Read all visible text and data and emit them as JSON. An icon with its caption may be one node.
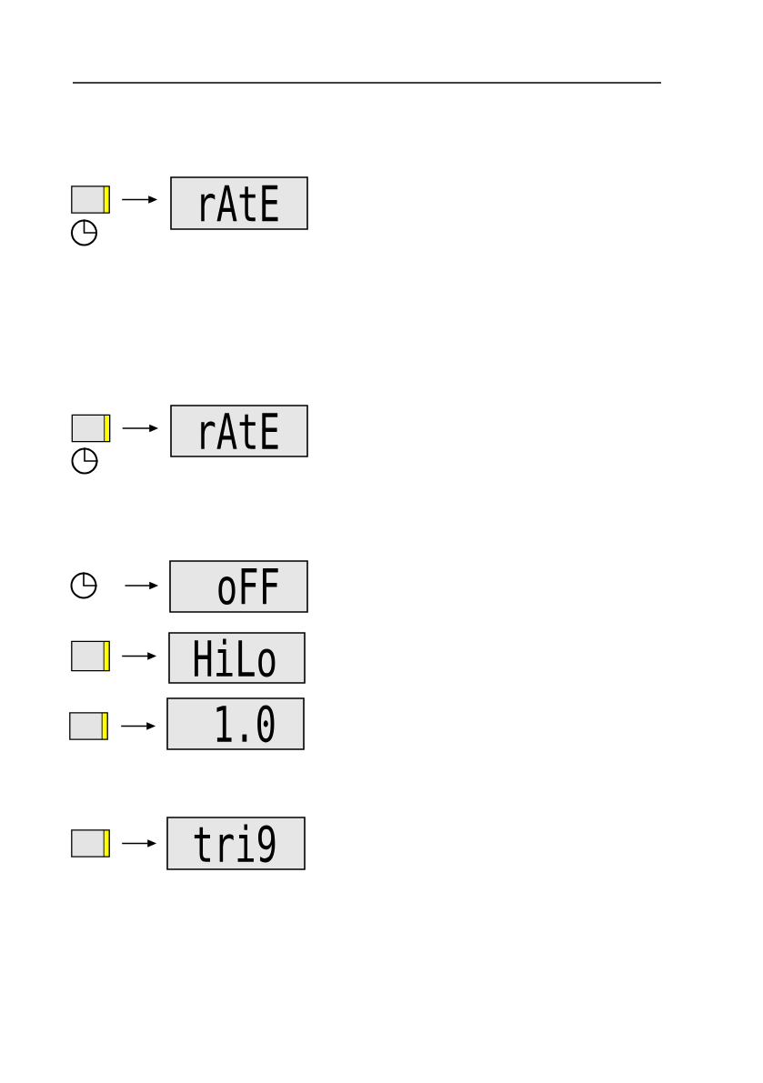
{
  "diagram": {
    "nodes": [
      {
        "text": [],
        "shape": "button"
      },
      {
        "text": [],
        "shape": "clock"
      },
      {
        "text": [
          "rAtE"
        ]
      },
      {
        "text": [],
        "shape": "button"
      },
      {
        "text": [],
        "shape": "clock"
      },
      {
        "text": [
          "rAtE"
        ]
      },
      {
        "text": [],
        "shape": "clock"
      },
      {
        "text": [
          "oFF"
        ]
      },
      {
        "text": [],
        "shape": "button"
      },
      {
        "text": [
          "HiLo"
        ]
      },
      {
        "text": [],
        "shape": "button"
      },
      {
        "text": [
          "1.0"
        ]
      },
      {
        "text": [],
        "shape": "button"
      },
      {
        "text": [
          "tri9"
        ]
      }
    ],
    "edges": [
      {
        "from": 0,
        "to": 2,
        "arrow": "to"
      },
      {
        "from": 3,
        "to": 5,
        "arrow": "to"
      },
      {
        "from": 6,
        "to": 7,
        "arrow": "to"
      },
      {
        "from": 8,
        "to": 9,
        "arrow": "to"
      },
      {
        "from": 10,
        "to": 11,
        "arrow": "to"
      },
      {
        "from": 12,
        "to": 13,
        "arrow": "to"
      }
    ]
  }
}
